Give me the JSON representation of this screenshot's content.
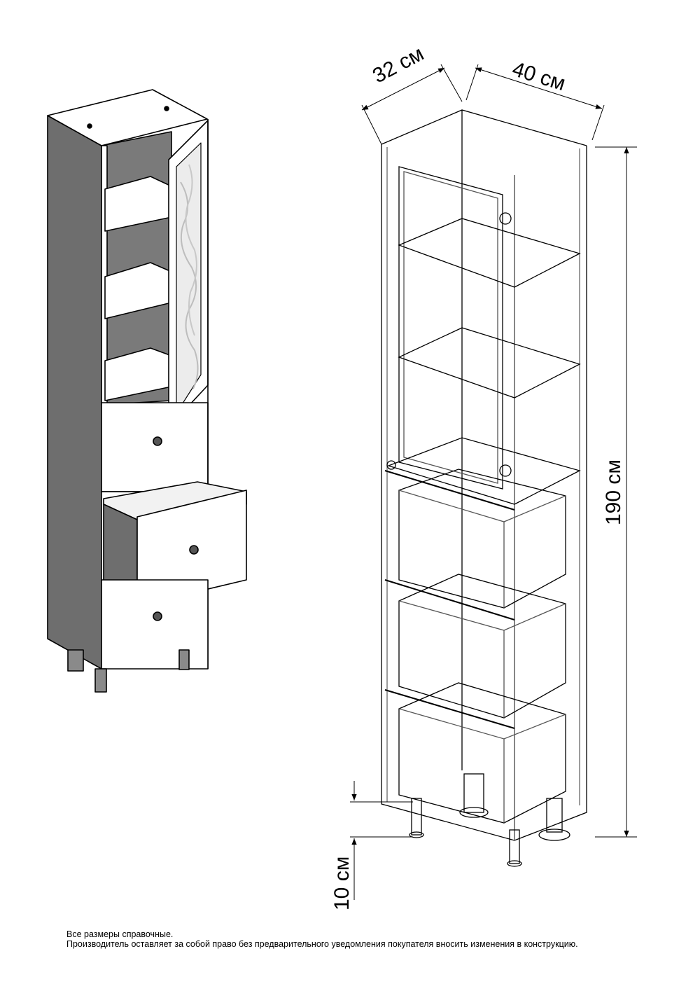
{
  "dimensions": {
    "depth": "32 см",
    "width": "40 см",
    "height": "190 см",
    "leg_height": "10 см"
  },
  "notes": {
    "line1": "Все размеры справочные.",
    "line2": "Производитель оставляет за собой право без предварительного уведомления покупателя вносить изменения в конструкцию."
  },
  "colors": {
    "side_panel": "#6e6e6e",
    "stroke": "#000000",
    "glass": "#ececec"
  }
}
